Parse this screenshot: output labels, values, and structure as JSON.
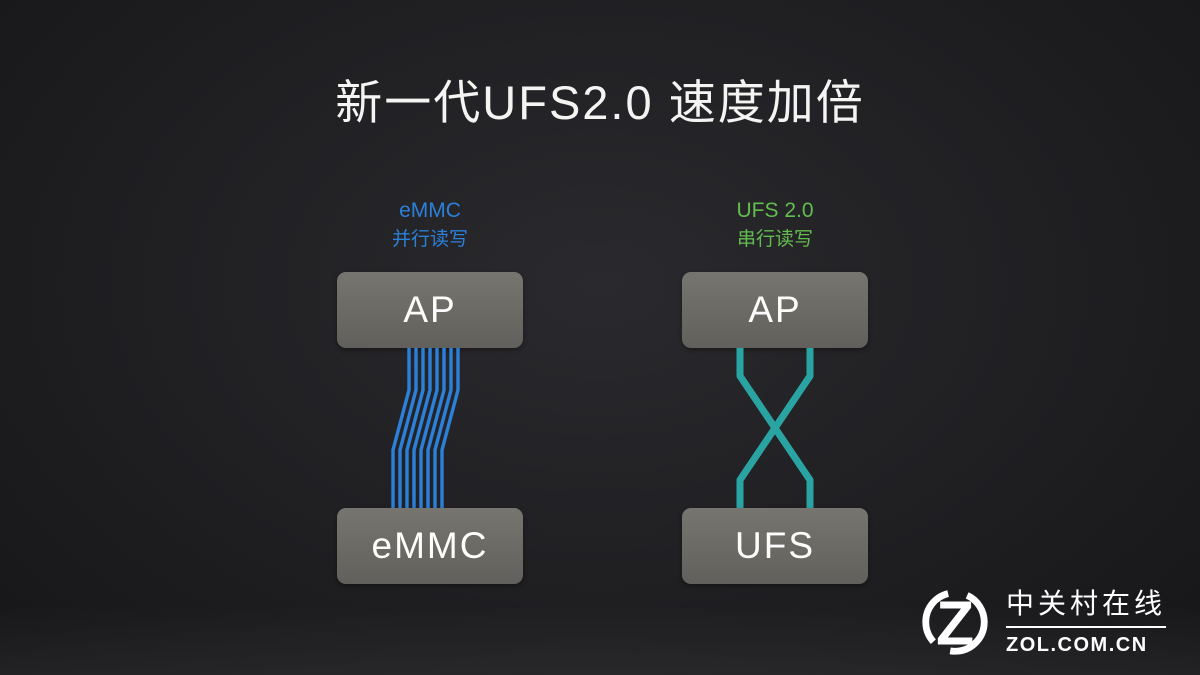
{
  "title": "新一代UFS2.0 速度加倍",
  "left": {
    "caption_line1": "eMMC",
    "caption_line2": "并行读写",
    "top_box": "AP",
    "bottom_box": "eMMC",
    "lane_count": 8
  },
  "right": {
    "caption_line1": "UFS 2.0",
    "caption_line2": "串行读写",
    "top_box": "AP",
    "bottom_box": "UFS"
  },
  "logo": {
    "letter": "Z",
    "brand_cn": "中关村在线",
    "brand_url": "ZOL.COM.CN"
  },
  "colors": {
    "emmc_blue": "#2b80d9",
    "ufs_green": "#63bd4e",
    "teal_line": "#2aa4a2",
    "bg_center": "#2a2a2e",
    "bg_edge": "#151517"
  }
}
